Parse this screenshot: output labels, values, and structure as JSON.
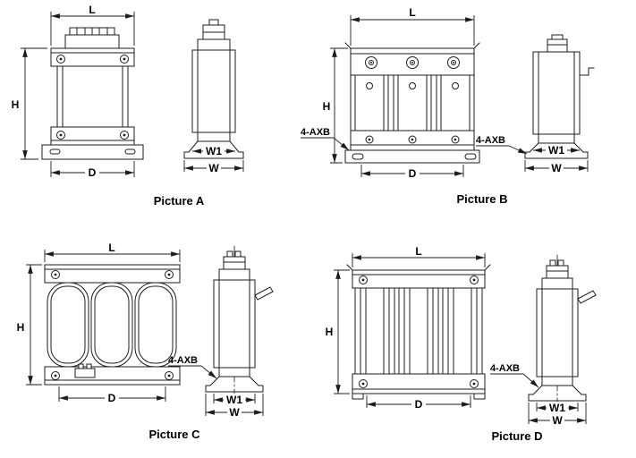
{
  "title": "Reactor outline dimension drawings",
  "colors": {
    "line": "#1c1c1c",
    "background": "#ffffff",
    "text": "#000000"
  },
  "figures": {
    "a": {
      "caption": "Picture A",
      "dims": {
        "l": "L",
        "h": "H",
        "d": "D",
        "w1": "W1",
        "w": "W"
      }
    },
    "b": {
      "caption": "Picture B",
      "dims": {
        "l": "L",
        "h": "H",
        "d": "D",
        "w1": "W1",
        "w": "W"
      },
      "callouts": {
        "front": "4-AXB",
        "side": "4-AXB"
      }
    },
    "c": {
      "caption": "Picture C",
      "dims": {
        "l": "L",
        "h": "H",
        "d": "D",
        "w1": "W1",
        "w": "W"
      },
      "callouts": {
        "side": "4-AXB"
      }
    },
    "d": {
      "caption": "Picture D",
      "dims": {
        "l": "L",
        "h": "H",
        "d": "D",
        "w1": "W1",
        "w": "W"
      },
      "callouts": {
        "side": "4-AXB"
      }
    }
  }
}
